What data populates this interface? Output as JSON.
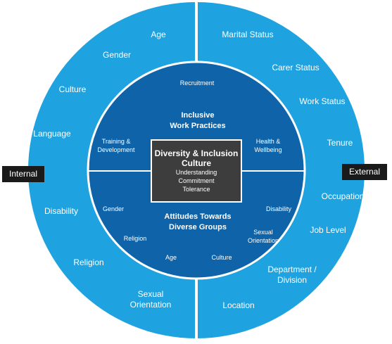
{
  "colors": {
    "outer_ring": "#1fa3e0",
    "inner_ring": "#0f63a8",
    "center_box": "#3d3d3d",
    "divider": "#ffffff",
    "side_tag": "#1a1a1a"
  },
  "side_tags": {
    "left": "Internal",
    "right": "External"
  },
  "center": {
    "title_line1": "Diversity & Inclusion",
    "title_line2": "Culture",
    "items": [
      "Understanding",
      "Commitment",
      "Tolerance"
    ]
  },
  "inner_ring": {
    "top_heading": [
      "Inclusive",
      "Work Practices"
    ],
    "top_items": [
      {
        "lines": [
          "Recruitment"
        ]
      },
      {
        "lines": [
          "Training &",
          "Development"
        ]
      },
      {
        "lines": [
          "Health &",
          "Wellbeing"
        ]
      }
    ],
    "bottom_heading": [
      "Attitudes Towards",
      "Diverse Groups"
    ],
    "bottom_items": [
      {
        "lines": [
          "Gender"
        ]
      },
      {
        "lines": [
          "Religion"
        ]
      },
      {
        "lines": [
          "Age"
        ]
      },
      {
        "lines": [
          "Culture"
        ]
      },
      {
        "lines": [
          "Sexual",
          "Orientation"
        ]
      },
      {
        "lines": [
          "Disability"
        ]
      }
    ]
  },
  "outer_ring": {
    "internal_items": [
      {
        "lines": [
          "Age"
        ]
      },
      {
        "lines": [
          "Gender"
        ]
      },
      {
        "lines": [
          "Culture"
        ]
      },
      {
        "lines": [
          "Language"
        ]
      },
      {
        "lines": [
          "Disability"
        ]
      },
      {
        "lines": [
          "Religion"
        ]
      },
      {
        "lines": [
          "Sexual",
          "Orientation"
        ]
      }
    ],
    "external_items": [
      {
        "lines": [
          "Marital Status"
        ]
      },
      {
        "lines": [
          "Carer Status"
        ]
      },
      {
        "lines": [
          "Work Status"
        ]
      },
      {
        "lines": [
          "Tenure"
        ]
      },
      {
        "lines": [
          "Occupation"
        ]
      },
      {
        "lines": [
          "Job Level"
        ]
      },
      {
        "lines": [
          "Department /",
          "Division"
        ]
      },
      {
        "lines": [
          "Location"
        ]
      }
    ]
  }
}
